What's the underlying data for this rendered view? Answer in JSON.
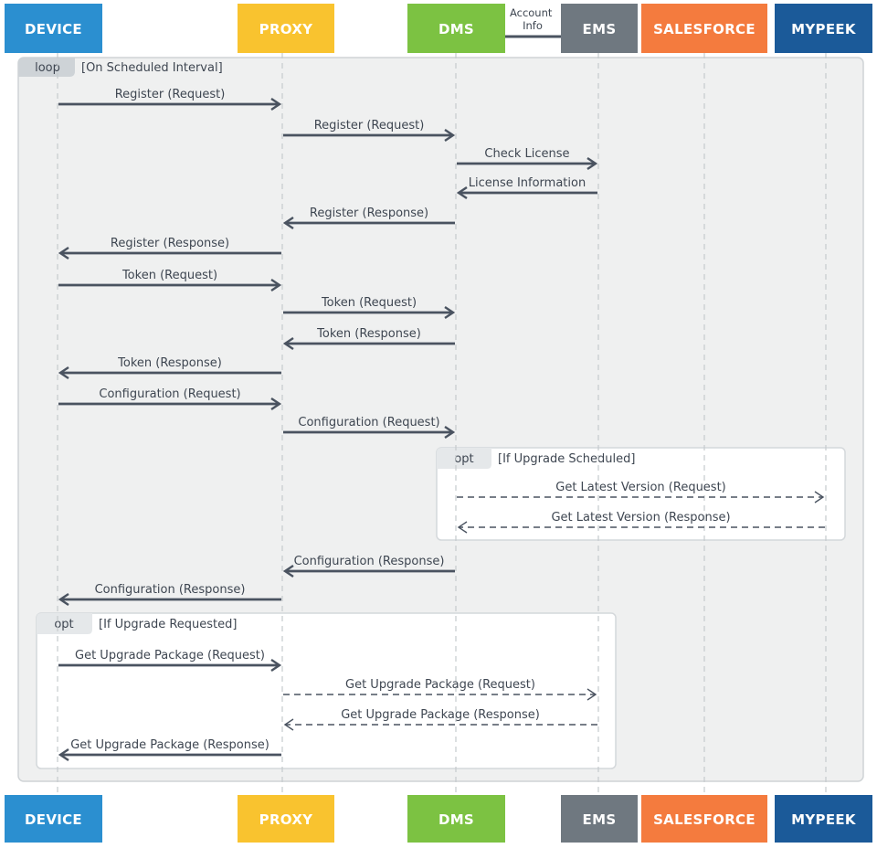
{
  "participants": [
    {
      "id": "device",
      "label": "DEVICE",
      "color": "#2b8fd0"
    },
    {
      "id": "proxy",
      "label": "PROXY",
      "color": "#f9c32f"
    },
    {
      "id": "dms",
      "label": "DMS",
      "color": "#7cc242"
    },
    {
      "id": "ems",
      "label": "EMS",
      "color": "#6f7880"
    },
    {
      "id": "salesforce",
      "label": "SALESFORCE",
      "color": "#f47b3e"
    },
    {
      "id": "mypeek",
      "label": "MYPEEK",
      "color": "#1b5a99"
    }
  ],
  "account_info_label": "Account Info",
  "frames": {
    "loop": {
      "tag": "loop",
      "condition": "[On Scheduled Interval]"
    },
    "opt_upgrade_scheduled": {
      "tag": "opt",
      "condition": "[If Upgrade Scheduled]"
    },
    "opt_upgrade_requested": {
      "tag": "opt",
      "condition": "[If Upgrade Requested]"
    }
  },
  "messages": [
    {
      "from": "device",
      "to": "proxy",
      "label": "Register (Request)",
      "style": "solid"
    },
    {
      "from": "proxy",
      "to": "dms",
      "label": "Register (Request)",
      "style": "solid"
    },
    {
      "from": "dms",
      "to": "ems",
      "label": "Check License",
      "style": "solid"
    },
    {
      "from": "ems",
      "to": "dms",
      "label": "License Information",
      "style": "solid"
    },
    {
      "from": "dms",
      "to": "proxy",
      "label": "Register (Response)",
      "style": "solid"
    },
    {
      "from": "proxy",
      "to": "device",
      "label": "Register (Response)",
      "style": "solid"
    },
    {
      "from": "device",
      "to": "proxy",
      "label": "Token (Request)",
      "style": "solid"
    },
    {
      "from": "proxy",
      "to": "dms",
      "label": "Token (Request)",
      "style": "solid"
    },
    {
      "from": "dms",
      "to": "proxy",
      "label": "Token (Response)",
      "style": "solid"
    },
    {
      "from": "proxy",
      "to": "device",
      "label": "Token (Response)",
      "style": "solid"
    },
    {
      "from": "device",
      "to": "proxy",
      "label": "Configuration (Request)",
      "style": "solid"
    },
    {
      "from": "proxy",
      "to": "dms",
      "label": "Configuration (Request)",
      "style": "solid"
    },
    {
      "from": "dms",
      "to": "mypeek",
      "label": "Get Latest Version (Request)",
      "style": "dashed"
    },
    {
      "from": "mypeek",
      "to": "dms",
      "label": "Get Latest Version (Response)",
      "style": "dashed"
    },
    {
      "from": "dms",
      "to": "proxy",
      "label": "Configuration (Response)",
      "style": "solid"
    },
    {
      "from": "proxy",
      "to": "device",
      "label": "Configuration (Response)",
      "style": "solid"
    },
    {
      "from": "device",
      "to": "proxy",
      "label": "Get Upgrade Package (Request)",
      "style": "solid"
    },
    {
      "from": "proxy",
      "to": "ems",
      "label": "Get Upgrade Package (Request)",
      "style": "dashed"
    },
    {
      "from": "ems",
      "to": "proxy",
      "label": "Get Upgrade Package (Response)",
      "style": "dashed"
    },
    {
      "from": "proxy",
      "to": "device",
      "label": "Get Upgrade Package (Response)",
      "style": "solid"
    }
  ]
}
